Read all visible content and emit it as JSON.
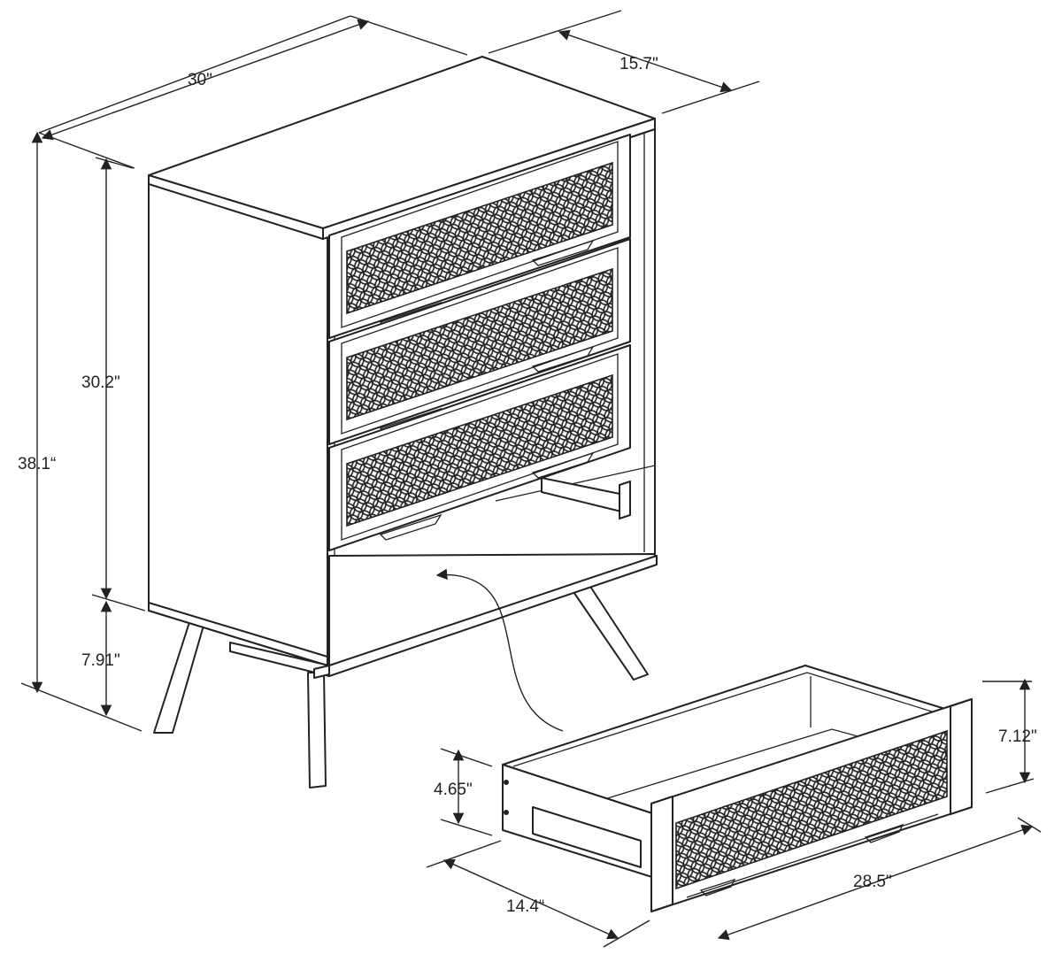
{
  "dimensions": {
    "width_top": "30\"",
    "depth_top": "15.7\"",
    "height_total": "38.1“",
    "height_body": "30.2\"",
    "height_legs": "7.91\"",
    "drawer_height_front": "7.12\"",
    "drawer_height_side": "4.65\"",
    "drawer_depth": "14.4“",
    "drawer_width": "28.5\""
  },
  "colors": {
    "line": "#222222",
    "background": "#ffffff"
  }
}
